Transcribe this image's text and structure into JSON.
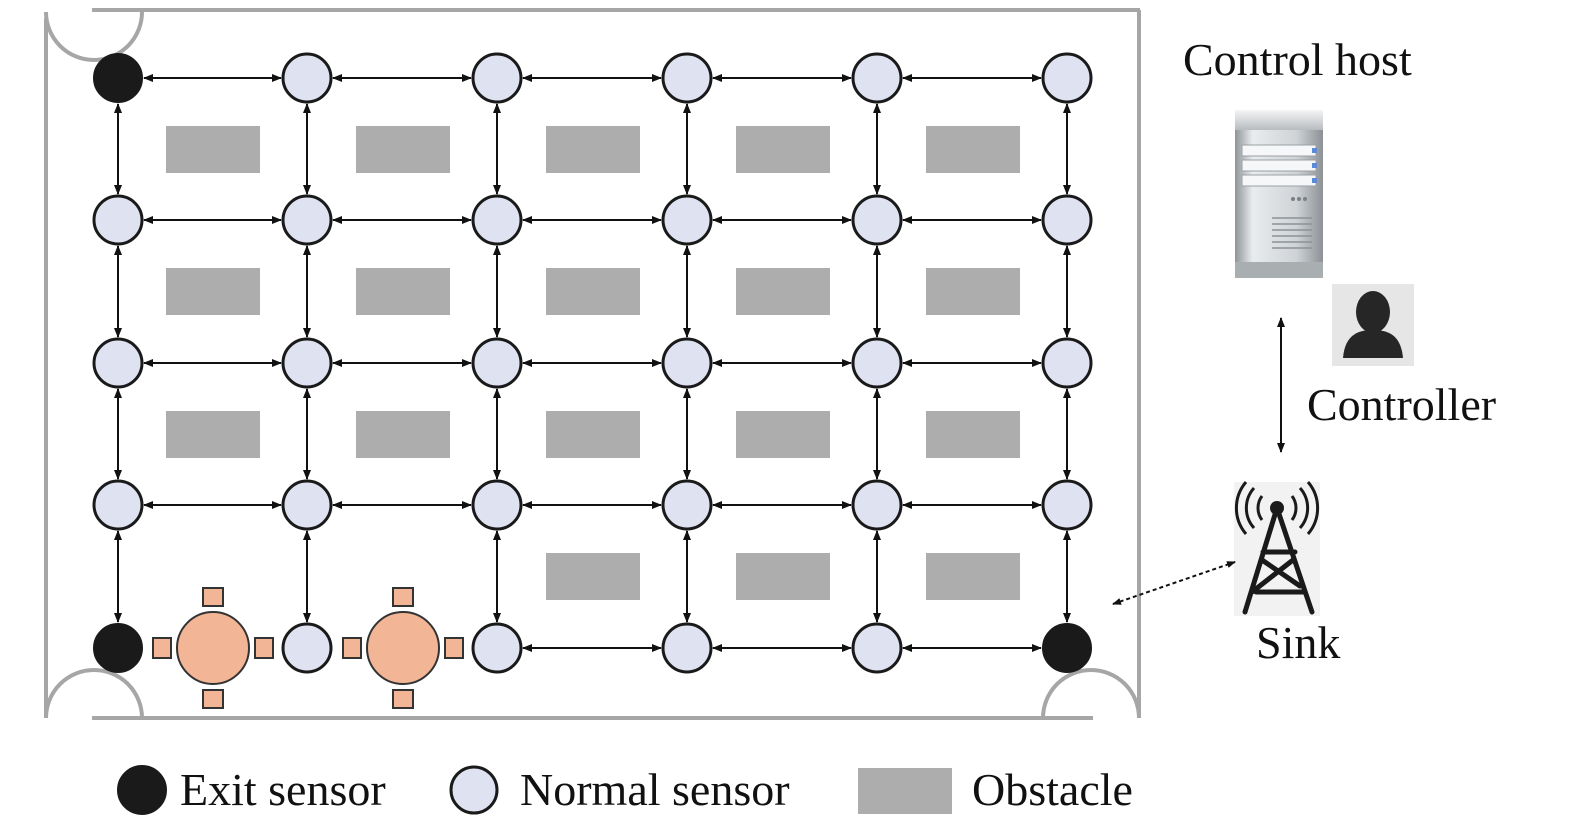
{
  "labels": {
    "control_host": "Control host",
    "controller": "Controller",
    "sink": "Sink"
  },
  "legend": {
    "exit": "Exit sensor",
    "normal": "Normal sensor",
    "obstacle": "Obstacle"
  },
  "colors": {
    "exit_sensor": "#1a1a1a",
    "normal_sensor": "#dfe3f1",
    "obstacle": "#adadad",
    "table": "#f2b696",
    "wall": "#a6a6a6",
    "arrow": "#111111"
  },
  "grid": {
    "columns": 6,
    "rows": 5,
    "nodes": [
      [
        "exit",
        "normal",
        "normal",
        "normal",
        "normal",
        "normal"
      ],
      [
        "normal",
        "normal",
        "normal",
        "normal",
        "normal",
        "normal"
      ],
      [
        "normal",
        "normal",
        "normal",
        "normal",
        "normal",
        "normal"
      ],
      [
        "normal",
        "normal",
        "normal",
        "normal",
        "normal",
        "normal"
      ],
      [
        "exit",
        "table",
        "normal",
        "table",
        "normal",
        "normal",
        "normal",
        "exit"
      ]
    ],
    "obstacle_rows": [
      [
        1,
        1,
        1,
        1,
        1
      ],
      [
        1,
        1,
        1,
        1,
        1
      ],
      [
        1,
        1,
        1,
        1,
        1
      ],
      [
        0,
        0,
        1,
        1,
        1
      ]
    ]
  }
}
